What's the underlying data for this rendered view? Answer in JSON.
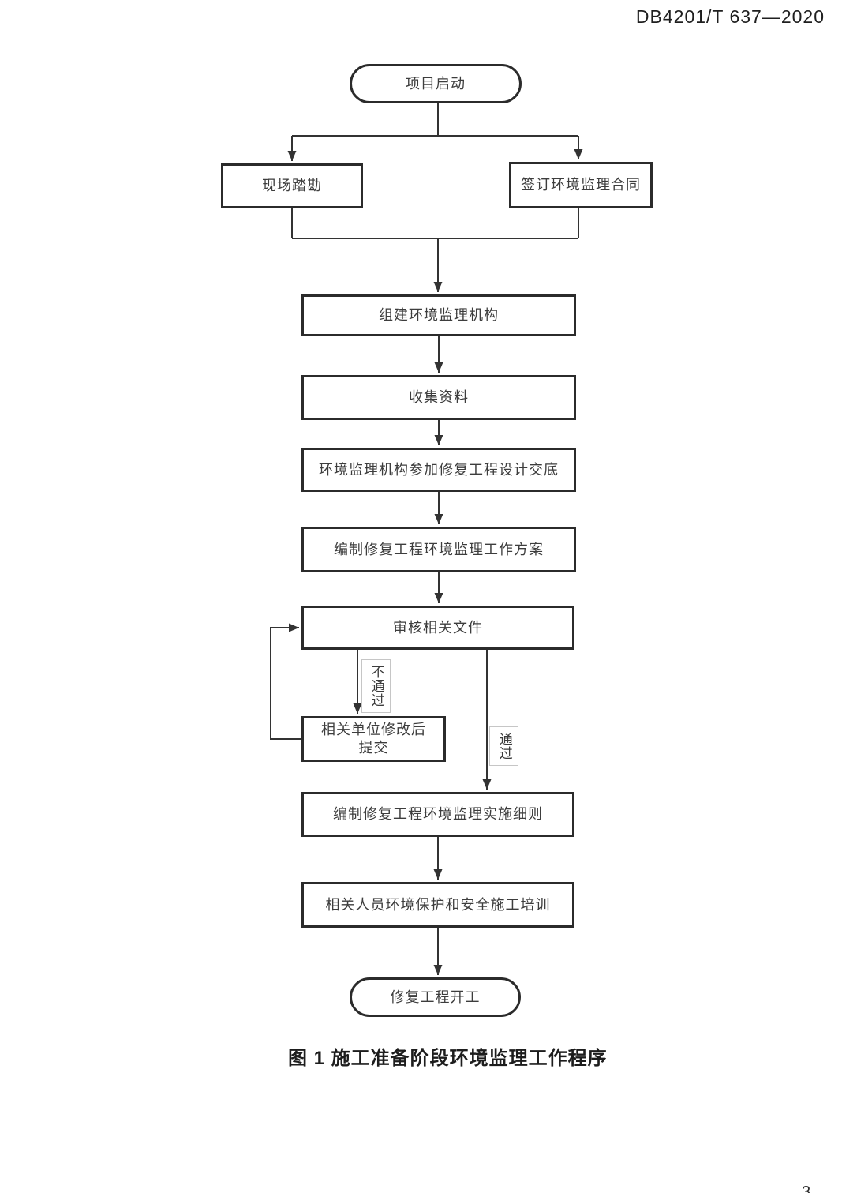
{
  "header": {
    "doc_number": "DB4201/T 637—2020"
  },
  "flowchart": {
    "nodes": {
      "start": "项目启动",
      "site_survey": "现场踏勘",
      "sign_contract": "签订环境监理合同",
      "setup_org": "组建环境监理机构",
      "collect_data": "收集资料",
      "design_disclosure": "环境监理机构参加修复工程设计交底",
      "work_plan": "编制修复工程环境监理工作方案",
      "review_docs": "审核相关文件",
      "revise_resubmit": "相关单位修改后\n提交",
      "impl_rules": "编制修复工程环境监理实施细则",
      "training": "相关人员环境保护和安全施工培训",
      "end": "修复工程开工"
    },
    "edge_labels": {
      "fail": "不通过",
      "pass": "通过"
    },
    "line_color": "#333333",
    "border_color": "#2b2b2b"
  },
  "caption": "图 1 施工准备阶段环境监理工作程序",
  "page_number": "3"
}
